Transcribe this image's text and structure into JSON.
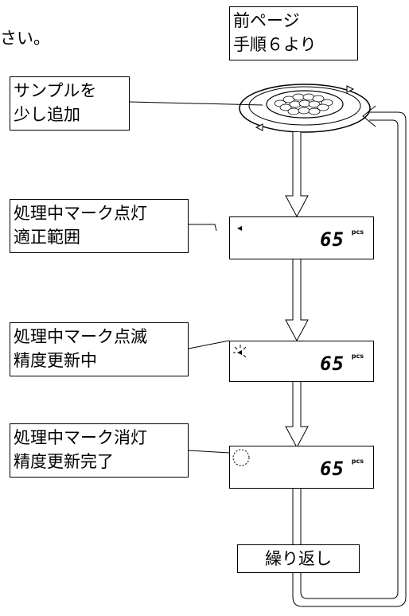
{
  "intro_text": "さい。",
  "prev_page": {
    "line1": "前ページ",
    "line2": "手順６より"
  },
  "add_sample": {
    "line1": "サンプルを",
    "line2": "少し追加"
  },
  "states": [
    {
      "line1": "処理中マーク点灯",
      "line2": "適正範囲",
      "count": "65",
      "unit": "pcs"
    },
    {
      "line1": "処理中マーク点滅",
      "line2": "精度更新中",
      "count": "65",
      "unit": "pcs"
    },
    {
      "line1": "処理中マーク消灯",
      "line2": "精度更新完了",
      "count": "65",
      "unit": "pcs"
    }
  ],
  "repeat_label": "繰り返し"
}
